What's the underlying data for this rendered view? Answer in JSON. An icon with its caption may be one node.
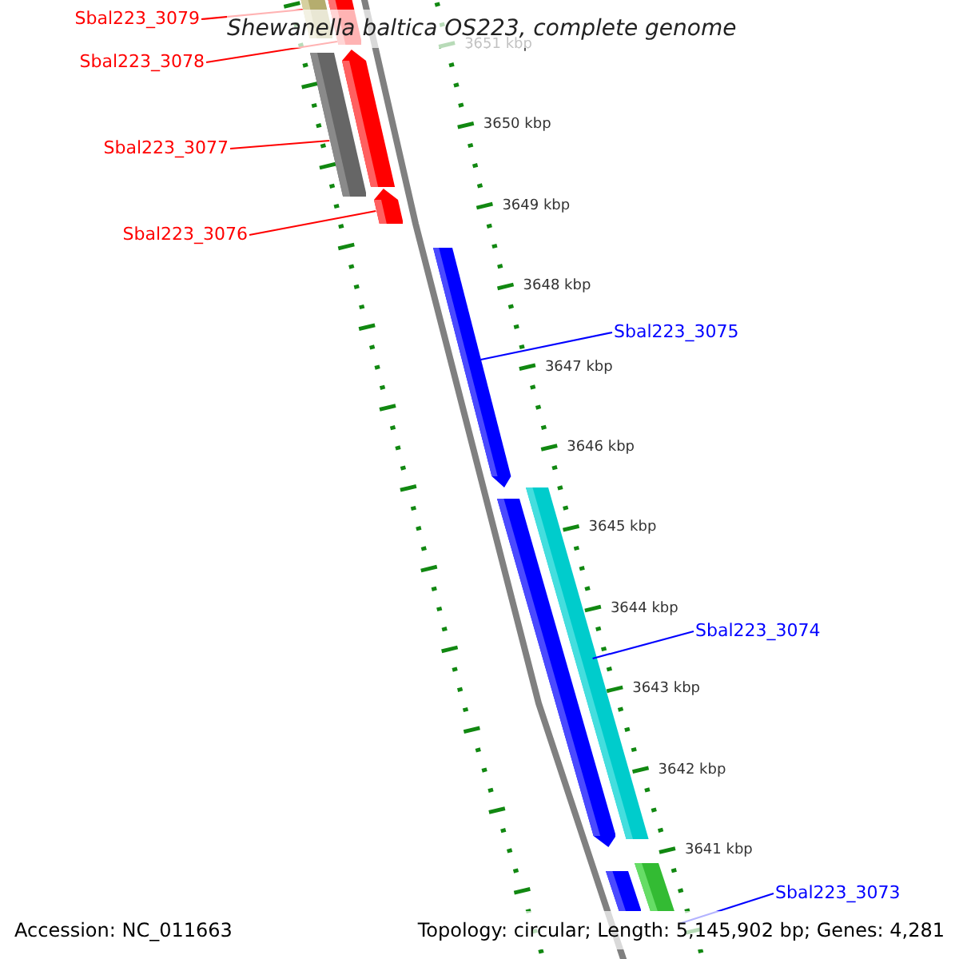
{
  "diagram": {
    "title": "Shewanella baltica OS223, complete genome",
    "nodes": [
      {
        "text": [
          "Sbal223_3079"
        ]
      },
      {
        "text": [],
        "shape": "bar"
      },
      {
        "text": [],
        "shape": "bar"
      },
      {
        "text": [
          "Sbal223_3078"
        ]
      },
      {
        "text": [],
        "shape": "bar"
      },
      {
        "text": [],
        "shape": "bar"
      },
      {
        "text": [
          "Sbal223_3077"
        ]
      },
      {
        "text": [],
        "shape": "bar"
      },
      {
        "text": [
          "Sbal223_3076"
        ]
      },
      {
        "text": [],
        "shape": "bar"
      },
      {
        "text": [
          "Sbal223_3075"
        ]
      },
      {
        "text": [],
        "shape": "bar"
      },
      {
        "text": [],
        "shape": "bar"
      },
      {
        "text": [
          "Sbal223_3074"
        ]
      },
      {
        "text": [],
        "shape": "bar"
      },
      {
        "text": [],
        "shape": "bar"
      },
      {
        "text": [
          "Sbal223_3073"
        ]
      }
    ],
    "edges": [
      {
        "from": 0,
        "to": 1,
        "arrow": "none"
      },
      {
        "from": 3,
        "to": 2,
        "arrow": "none"
      },
      {
        "from": 6,
        "to": 5,
        "arrow": "none"
      },
      {
        "from": 8,
        "to": 7,
        "arrow": "none"
      },
      {
        "from": 10,
        "to": 9,
        "arrow": "none",
        "color": "#0000ff"
      },
      {
        "from": 13,
        "to": 11,
        "arrow": "none",
        "color": "#0000ff"
      },
      {
        "from": 16,
        "to": 14,
        "arrow": "none",
        "color": "#0000ff"
      }
    ],
    "labels": [
      "3651 kbp",
      "3650 kbp",
      "3649 kbp",
      "3648 kbp",
      "3647 kbp",
      "3646 kbp",
      "3645 kbp",
      "3644 kbp",
      "3643 kbp",
      "3642 kbp",
      "3641 kbp",
      "Accession: NC_011663",
      "Topology: circular; Length: 5,145,902 bp; Genes: 4,281"
    ]
  }
}
